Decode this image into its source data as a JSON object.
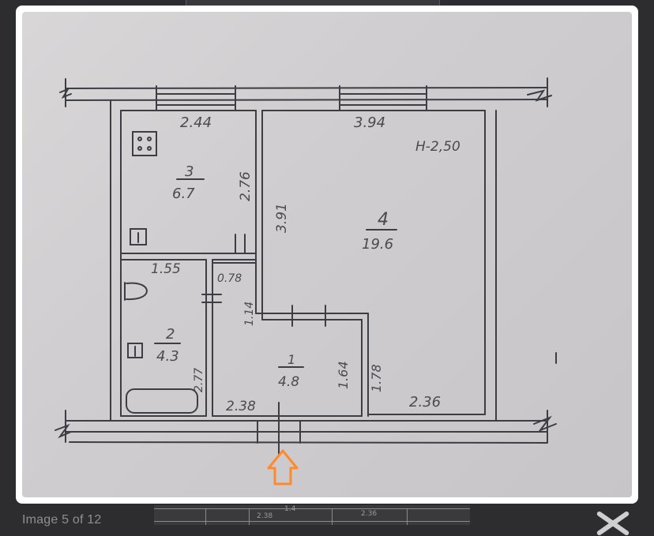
{
  "caption": "Image 5 of 12",
  "close_icon": "close-x-icon",
  "floorplan": {
    "dims": {
      "top_left_width": "2.44",
      "top_right_width": "3.94",
      "ceiling_height": "H-2,50",
      "kitchen_height": "2.76",
      "hall_left_height": "3.91",
      "bath_width": "1.55",
      "closet_width": "0.78",
      "corridor_height": "1.14",
      "bath_height": "2.77",
      "hall_right_1": "1.64",
      "hall_right_2": "1.78",
      "bottom_hall_width": "2.38",
      "bottom_room_width": "2.36"
    },
    "rooms": [
      {
        "number": "3",
        "area": "6.7"
      },
      {
        "number": "4",
        "area": "19.6"
      },
      {
        "number": "2",
        "area": "4.3"
      },
      {
        "number": "1",
        "area": "4.8"
      }
    ]
  },
  "background_peek": {
    "dim_a": "2.38",
    "dim_b": "2.36",
    "dim_c": "1.4"
  },
  "colors": {
    "backdrop": "#2d2d2f",
    "entrance_arrow": "#ff8a2a"
  }
}
